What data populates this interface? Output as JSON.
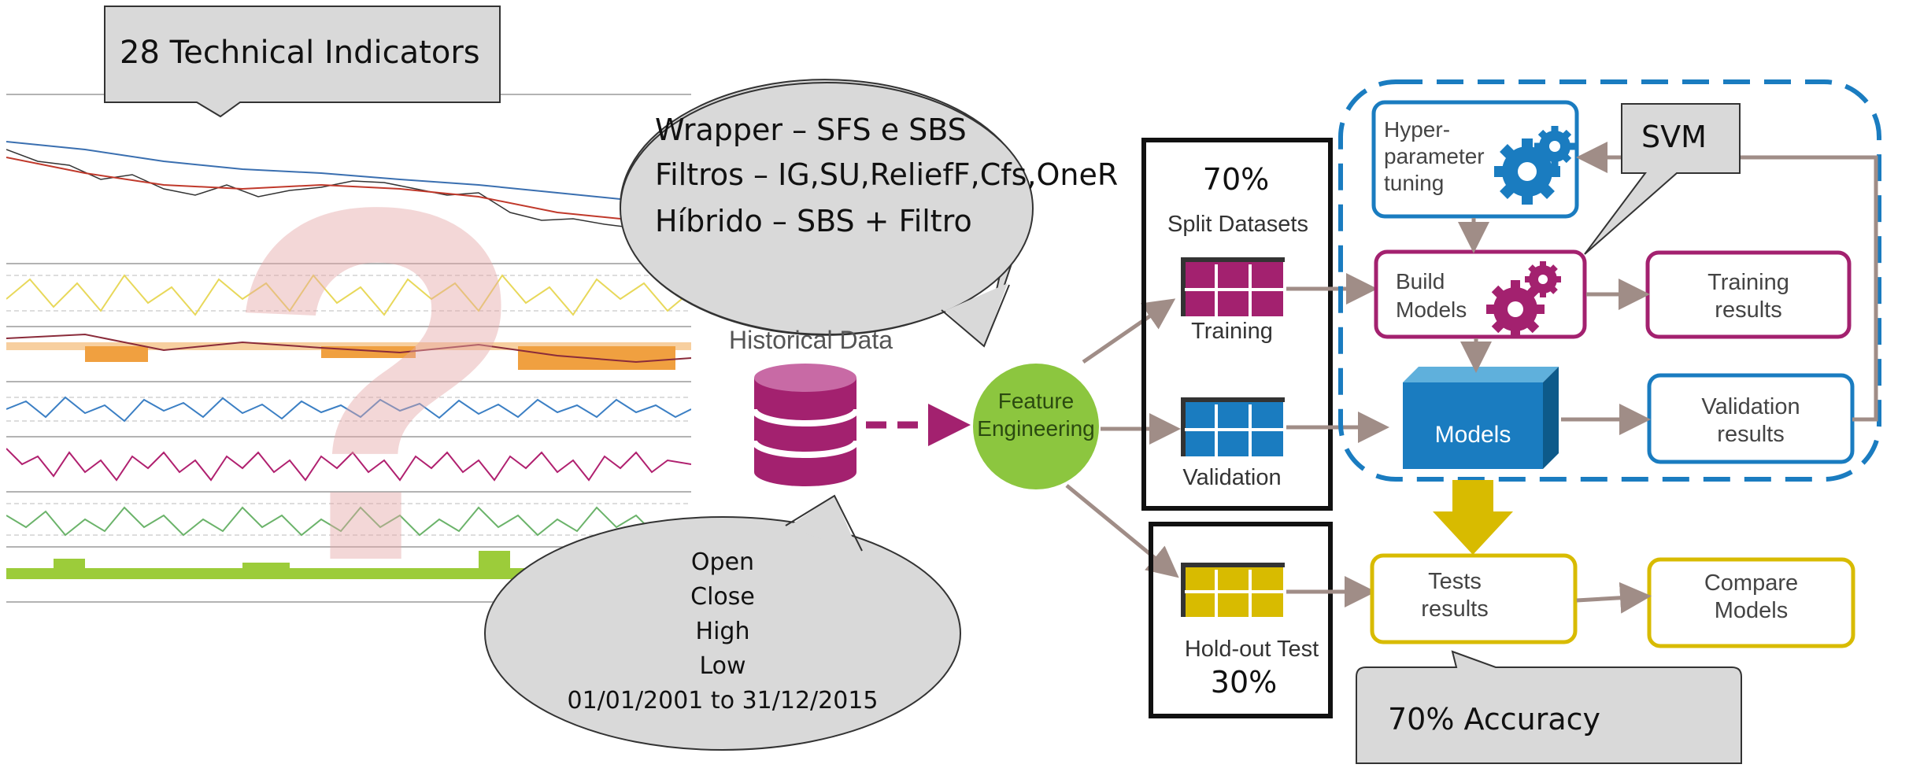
{
  "callouts": {
    "indicators": "28 Technical Indicators",
    "wrapper_lines": [
      "Wrapper – SFS e SBS",
      "Filtros – IG,SU,ReliefF,Cfs,OneR",
      "Híbrido – SBS + Filtro"
    ],
    "data_lines": [
      "Open",
      "Close",
      "High",
      "Low",
      "01/01/2001 to 31/12/2015"
    ],
    "svm": "SVM",
    "accuracy": "70% Accuracy"
  },
  "historical_data": {
    "label": "Historical Data"
  },
  "feature_engineering": {
    "label_line1": "Feature",
    "label_line2": "Engineering"
  },
  "split": {
    "percent_top": "70%",
    "label": "Split Datasets",
    "training": "Training",
    "validation": "Validation",
    "holdout": "Hold-out Test",
    "percent_bottom": "30%"
  },
  "model_nodes": {
    "hyper_line1": "Hyper-",
    "hyper_line2": "parameter",
    "hyper_line3": "tuning",
    "build_line1": "Build",
    "build_line2": "Models",
    "models": "Models",
    "training_results_line1": "Training",
    "training_results_line2": "results",
    "validation_results_line1": "Validation",
    "validation_results_line2": "results",
    "tests_results_line1": "Tests",
    "tests_results_line2": "results",
    "compare_line1": "Compare",
    "compare_line2": "Models"
  },
  "colors": {
    "magenta": "#a3216f",
    "blue": "#1a7cc0",
    "yellow": "#d8bb00",
    "green": "#8cc63f",
    "arrow_brown": "#a08d87",
    "callout_fill": "#d9d9d9"
  }
}
